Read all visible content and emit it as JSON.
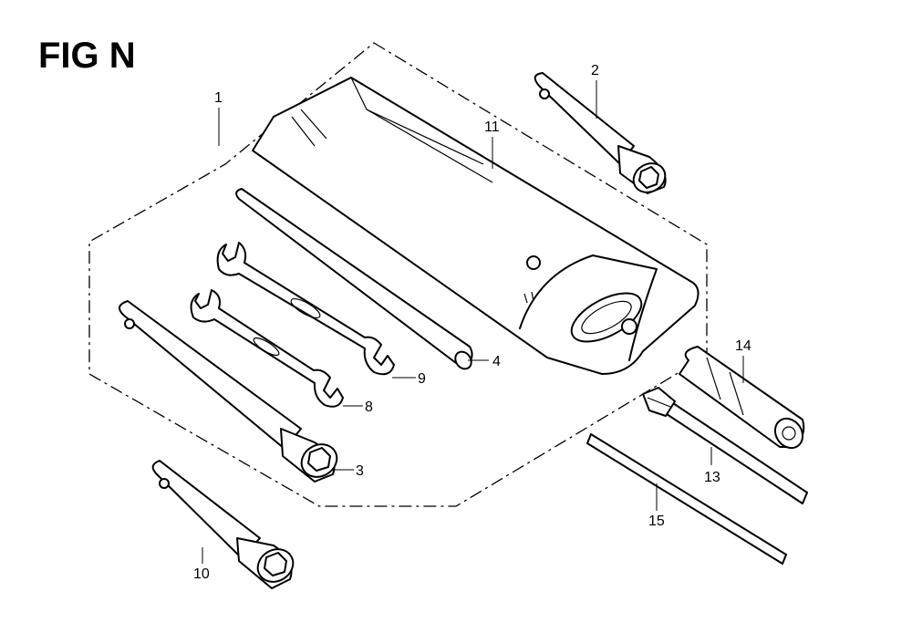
{
  "figure": {
    "title": "FIG N"
  },
  "callouts": [
    {
      "id": "1",
      "label": "1"
    },
    {
      "id": "2",
      "label": "2"
    },
    {
      "id": "3",
      "label": "3"
    },
    {
      "id": "4",
      "label": "4"
    },
    {
      "id": "8",
      "label": "8"
    },
    {
      "id": "9",
      "label": "9"
    },
    {
      "id": "10",
      "label": "10"
    },
    {
      "id": "11",
      "label": "11"
    },
    {
      "id": "13",
      "label": "13"
    },
    {
      "id": "14",
      "label": "14"
    },
    {
      "id": "15",
      "label": "15"
    }
  ],
  "colors": {
    "line": "#000000",
    "background": "#ffffff"
  }
}
